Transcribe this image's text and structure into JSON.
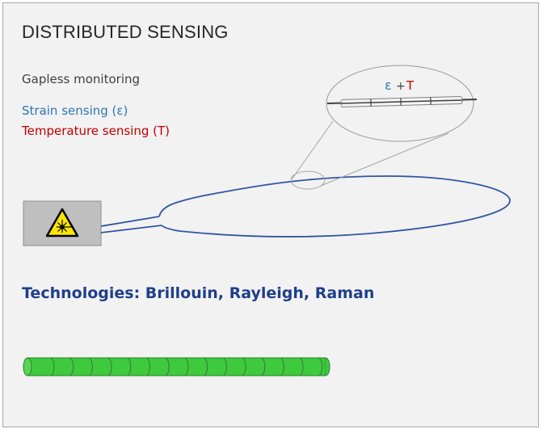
{
  "slide": {
    "title": "DISTRIBUTED SENSING",
    "gapless_label": "Gapless monitoring",
    "strain_label": "Strain sensing (ε)",
    "temperature_label": "Temperature sensing (T)",
    "technologies_label": "Technologies: Brillouin, Rayleigh, Raman"
  },
  "zoom": {
    "epsilon_symbol": "ε",
    "plus_symbol": "+",
    "t_symbol": "T"
  },
  "icons": {
    "laser_source": "laser-warning-icon"
  },
  "colors": {
    "strain": "#2e75b6",
    "temperature": "#c00000",
    "fiber": "#2f55a4",
    "technologies": "#1f3f8a",
    "cable": "#3ec93e"
  }
}
